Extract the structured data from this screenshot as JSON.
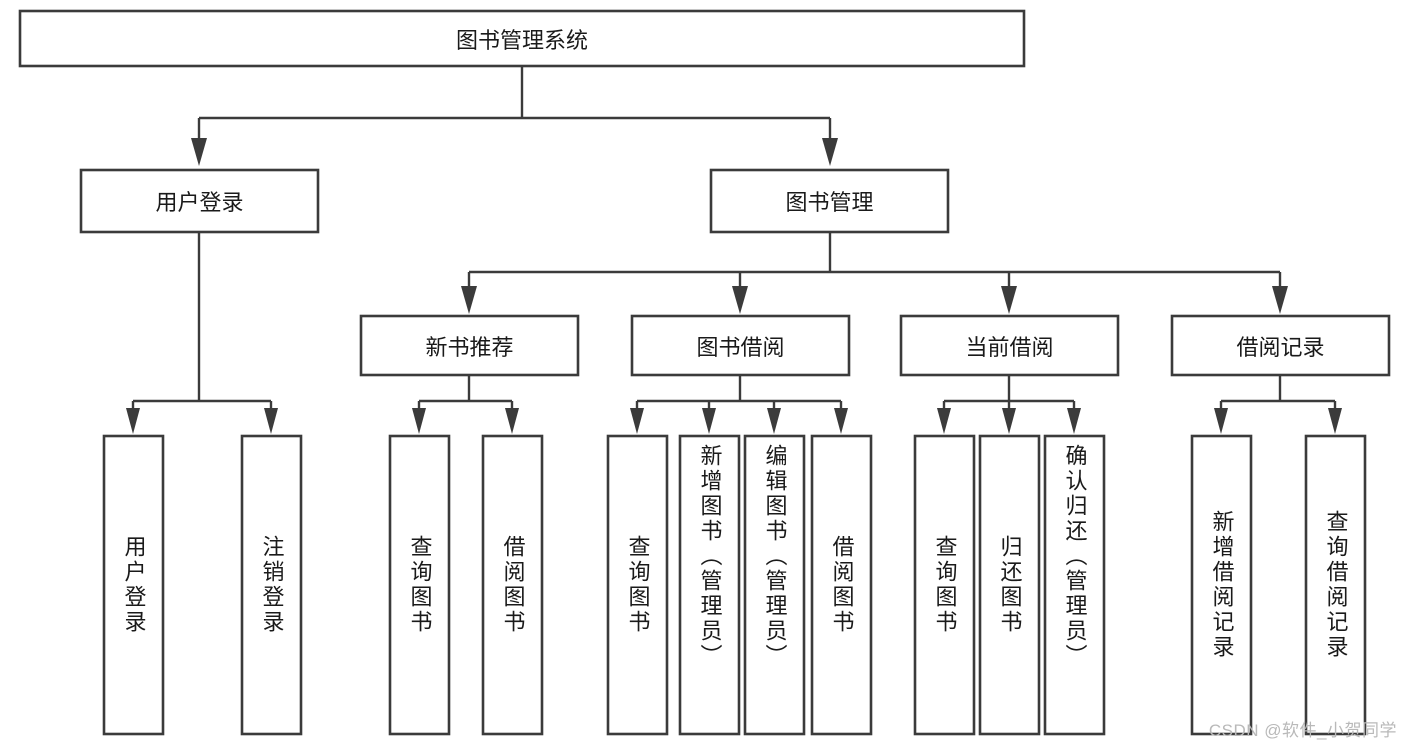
{
  "diagram": {
    "type": "tree-hierarchy-chart",
    "title": "图书管理系统",
    "root": {
      "id": "root",
      "label": "图书管理系统",
      "level": 1
    },
    "level2": [
      {
        "id": "user-login",
        "label": "用户登录"
      },
      {
        "id": "book-manage",
        "label": "图书管理"
      }
    ],
    "level3": [
      {
        "id": "new-book-recommend",
        "label": "新书推荐",
        "parent": "book-manage"
      },
      {
        "id": "book-borrow",
        "label": "图书借阅",
        "parent": "book-manage"
      },
      {
        "id": "current-borrow",
        "label": "当前借阅",
        "parent": "book-manage"
      },
      {
        "id": "borrow-record",
        "label": "借阅记录",
        "parent": "book-manage"
      }
    ],
    "leaves": [
      {
        "id": "leaf-user-login",
        "label": "用户登录",
        "parent": "user-login"
      },
      {
        "id": "leaf-logout-login",
        "label": "注销登录",
        "parent": "user-login"
      },
      {
        "id": "leaf-query-book-1",
        "label": "查询图书",
        "parent": "new-book-recommend"
      },
      {
        "id": "leaf-borrow-book-1",
        "label": "借阅图书",
        "parent": "new-book-recommend"
      },
      {
        "id": "leaf-query-book-2",
        "label": "查询图书",
        "parent": "book-borrow"
      },
      {
        "id": "leaf-add-book",
        "label": "新增图书（管理员）",
        "parent": "book-borrow"
      },
      {
        "id": "leaf-edit-book",
        "label": "编辑图书（管理员）",
        "parent": "book-borrow"
      },
      {
        "id": "leaf-borrow-book-2",
        "label": "借阅图书",
        "parent": "book-borrow"
      },
      {
        "id": "leaf-query-book-3",
        "label": "查询图书",
        "parent": "current-borrow"
      },
      {
        "id": "leaf-return-book",
        "label": "归还图书",
        "parent": "current-borrow"
      },
      {
        "id": "leaf-confirm-return",
        "label": "确认归还（管理员）",
        "parent": "current-borrow"
      },
      {
        "id": "leaf-add-record",
        "label": "新增借阅记录",
        "parent": "borrow-record"
      },
      {
        "id": "leaf-query-record",
        "label": "查询借阅记录",
        "parent": "borrow-record"
      }
    ],
    "colors": {
      "stroke": "#3b3b3b",
      "fill": "#ffffff",
      "text": "#1a1a1a",
      "watermark": "#b9b9b9"
    }
  },
  "watermark": {
    "text": "CSDN @软件_小贺同学"
  }
}
